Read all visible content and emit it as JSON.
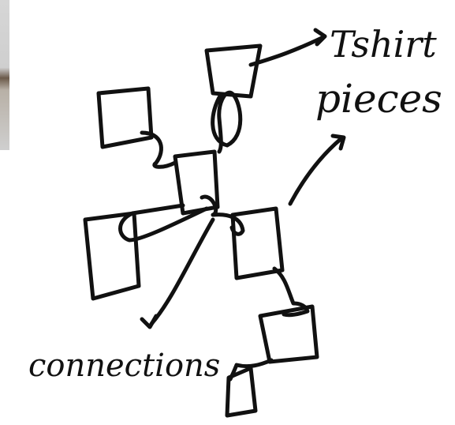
{
  "labels": {
    "tshirt_line1": "Tshirt",
    "tshirt_line2": "pieces",
    "connections": "connections"
  },
  "colors": {
    "ink": "#111111",
    "paper": "#ffffff"
  }
}
